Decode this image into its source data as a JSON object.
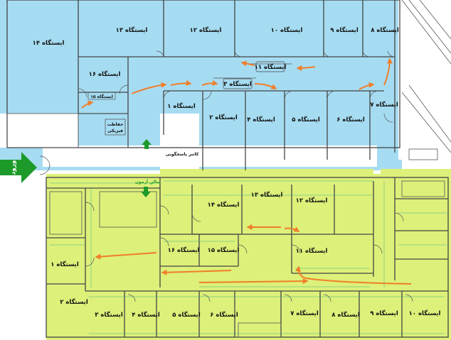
{
  "colors": {
    "top_zone": "#a6dcf2",
    "bottom_zone": "#ddf07a",
    "arrow": "#f07e2a",
    "entrance": "#1d9a2a",
    "wall": "#444444"
  },
  "entrance_label": "ورود",
  "top_floor": {
    "stations": {
      "s14": "ایستگاه ۱۴",
      "s13": "ایستگاه ۱۳",
      "s12": "ایستگاه ۱۲",
      "s10": "ایستگاه ۱۰",
      "s9": "ایستگاه ۹",
      "s8": "ایستگاه ۸",
      "s16": "ایستگاه ۱۶",
      "s15": "ایستگاه ۱۵",
      "s11": "ایستگاه ۱۱",
      "s3": "ایستگاه ۳",
      "s7": "ایستگاه ۷",
      "s1": "ایستگاه ۱",
      "s2": "ایستگاه ۲",
      "s4": "ایستگاه ۴",
      "s5": "ایستگاه ۵",
      "s6": "ایستگاه ۶"
    },
    "corner_note_1": "حفاظت",
    "corner_note_2": "فیزیکی",
    "sign_text": "کانتر پاسخگویی"
  },
  "bottom_floor": {
    "stations": {
      "s13": "ایستگاه ۱۳",
      "s12": "ایستگاه ۱۲",
      "s14": "ایستگاه ۱۴",
      "s16": "ایستگاه ۱۶",
      "s15": "ایستگاه ۱۵",
      "s11": "ایستگاه ۱۱",
      "s1": "ایستگاه ۱",
      "s2": "ایستگاه ۲",
      "s3": "ایستگاه ۳",
      "s4": "ایستگاه ۴",
      "s5": "ایستگاه ۵",
      "s6": "ایستگاه ۶",
      "s7": "ایستگاه ۷",
      "s8": "ایستگاه ۸",
      "s9": "ایستگاه ۹",
      "s10": "ایستگاه ۱۰"
    },
    "exit_text": "سالن آزمون"
  }
}
